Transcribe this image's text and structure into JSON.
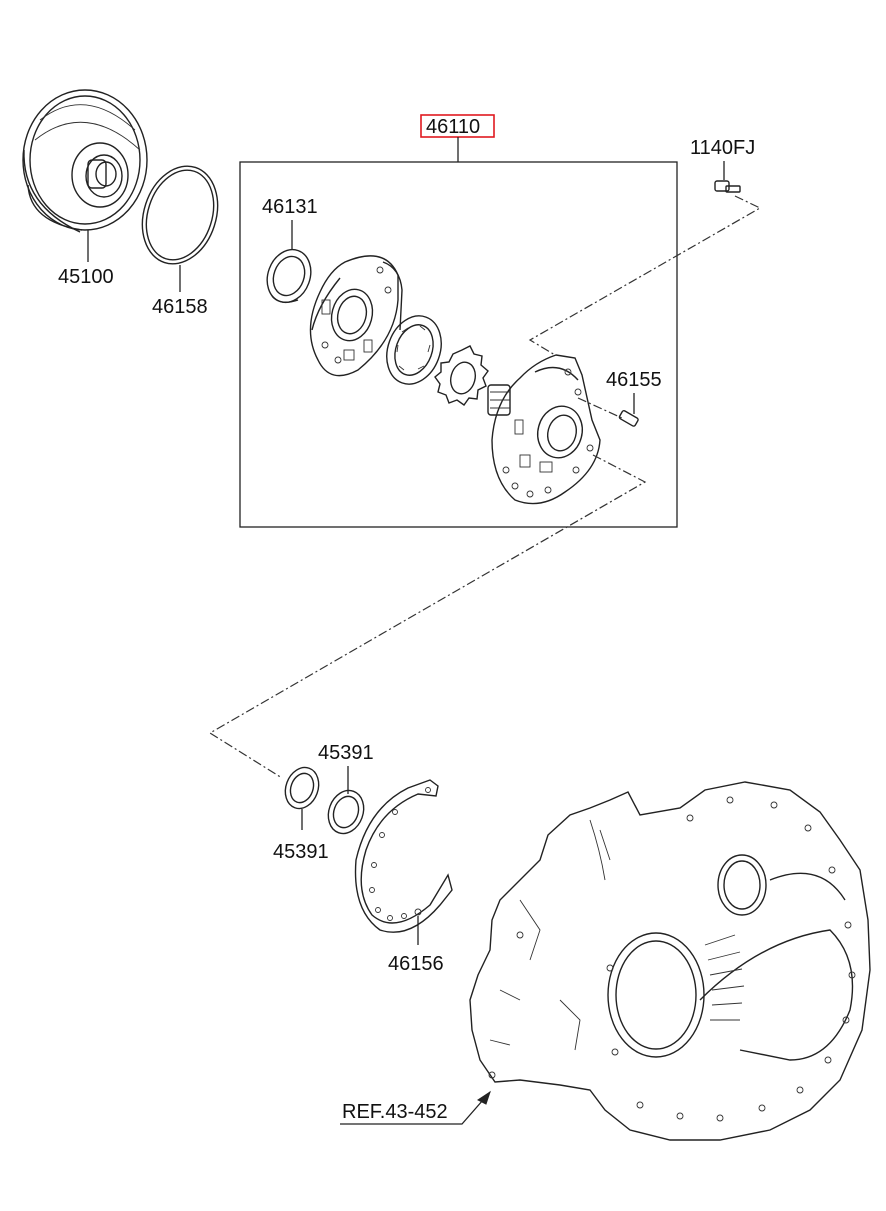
{
  "labels": {
    "main_assembly": "46110",
    "bolt": "1140FJ",
    "torque_converter": "45100",
    "oring_large": "46158",
    "oil_seal": "46131",
    "pin": "46155",
    "ring_upper": "45391",
    "ring_lower": "45391",
    "gasket": "46156",
    "reference": "REF.43-452"
  },
  "colors": {
    "highlight_box": "#e0191f",
    "line": "#222222"
  }
}
